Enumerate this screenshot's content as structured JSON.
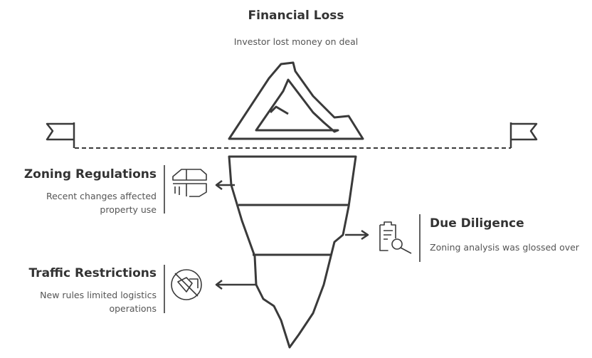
{
  "top": {
    "title": "Financial Loss",
    "description": "Investor lost money on deal"
  },
  "items": [
    {
      "title": "Zoning Regulations",
      "description": "Recent changes affected property use",
      "icon": "zoning-map-icon"
    },
    {
      "title": "Due Diligence",
      "description": "Zoning analysis was glossed over",
      "icon": "clipboard-search-icon"
    },
    {
      "title": "Traffic Restrictions",
      "description": "New rules limited logistics operations",
      "icon": "no-truck-icon"
    }
  ]
}
